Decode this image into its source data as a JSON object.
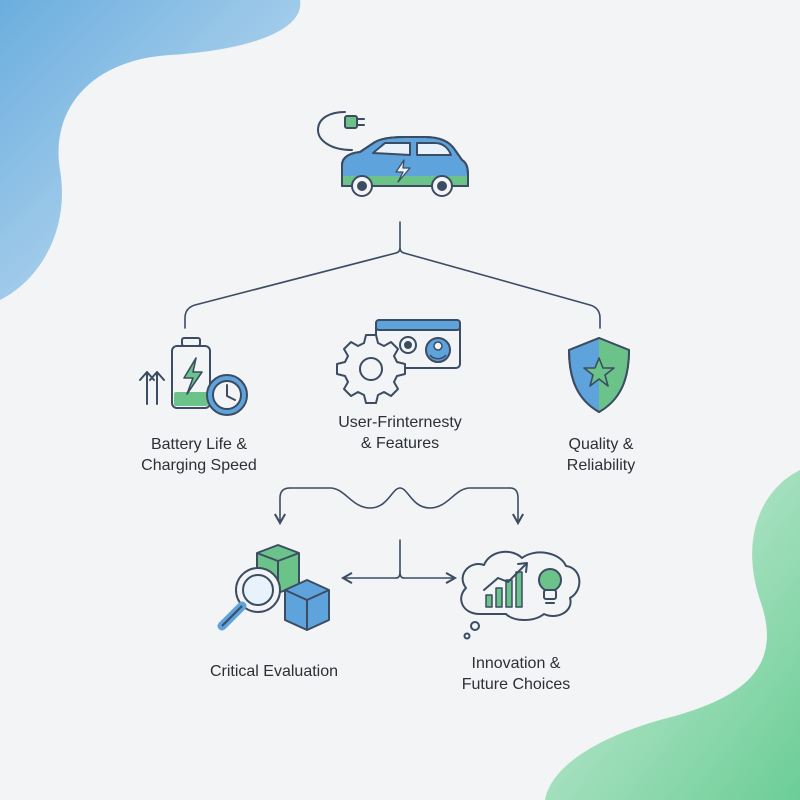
{
  "colors": {
    "background": "#f3f4f5",
    "blob_blue": "#6aaee0",
    "blob_green": "#79cf9c",
    "line": "#3b4c63",
    "icon_blue": "#5fa3dc",
    "icon_green": "#6cc38a",
    "text": "#2b2f36"
  },
  "icons": {
    "root": "electric-car-icon",
    "battery": "battery-clock-icon",
    "features": "gear-screen-icon",
    "quality": "shield-star-icon",
    "evaluation": "magnifier-boxes-icon",
    "innovation": "thought-chart-bulb-icon"
  },
  "nodes": {
    "battery": {
      "line1": "Battery Life &",
      "line2": "Charging Speed"
    },
    "features": {
      "line1": "User-Frinternesty",
      "line2": "& Features"
    },
    "quality": {
      "line1": "Quality &",
      "line2": "Reliability"
    },
    "evaluation": {
      "line1": "Critical Evaluation"
    },
    "innovation": {
      "line1": "Innovation &",
      "line2": "Future Choices"
    }
  }
}
